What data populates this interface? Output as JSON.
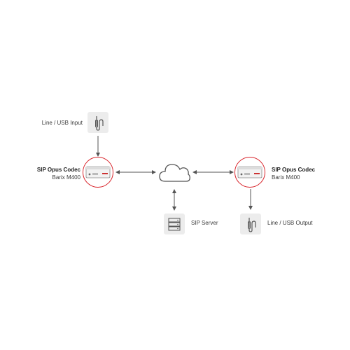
{
  "nodes": {
    "line_usb_input": {
      "label": "Line / USB Input",
      "icon": "audio-jack-icon"
    },
    "codec_left": {
      "title": "SIP Opus Codec",
      "model": "Barix M400",
      "icon": "codec-device-icon",
      "ring_color": "#d8232a"
    },
    "cloud": {
      "icon": "cloud-icon"
    },
    "codec_right": {
      "title": "SIP Opus Codec",
      "model": "Barix M400",
      "icon": "codec-device-icon",
      "ring_color": "#d8232a"
    },
    "sip_server": {
      "label": "SIP Server",
      "icon": "server-icon"
    },
    "line_usb_output": {
      "label": "Line / USB Output",
      "icon": "audio-jack-icon"
    }
  },
  "colors": {
    "accent": "#d8232a",
    "connector": "#555555",
    "icon_bg": "#ececec"
  }
}
